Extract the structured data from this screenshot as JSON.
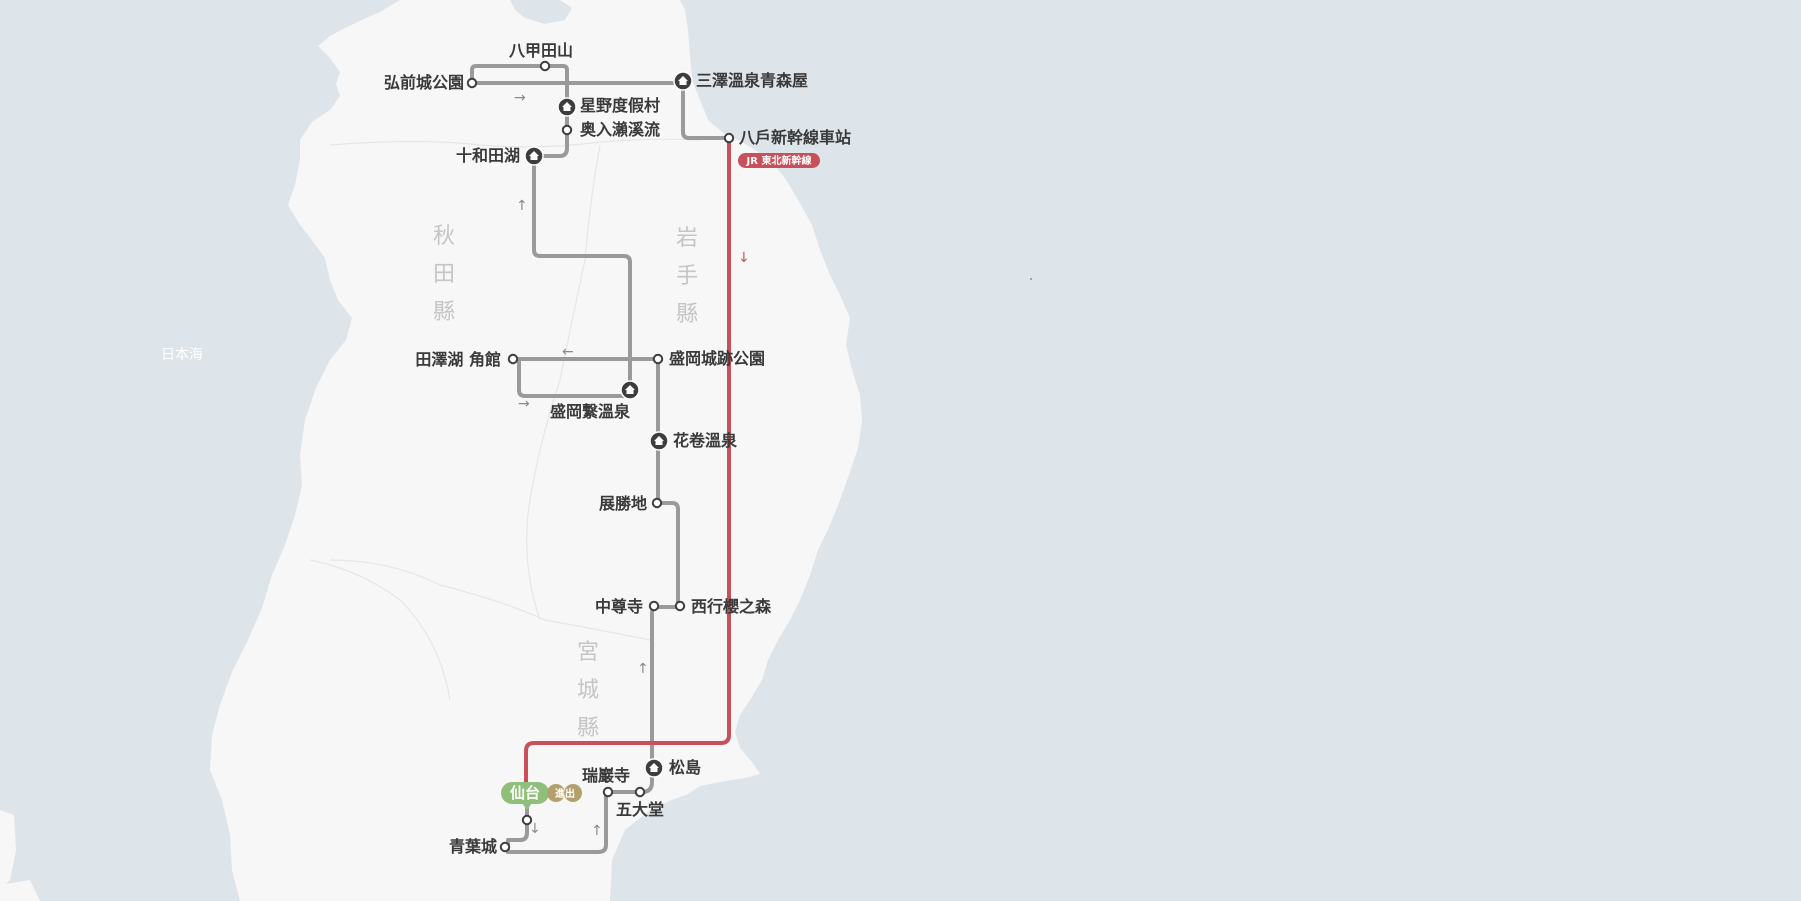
{
  "map": {
    "sea": "日本海",
    "prefectures": {
      "akita": [
        "秋",
        "田",
        "縣"
      ],
      "iwate": [
        "岩",
        "手",
        "縣"
      ],
      "miyagi": [
        "宮",
        "城",
        "縣"
      ]
    },
    "stations": {
      "hakkodasan": "八甲田山",
      "hirosaki": "弘前城公園",
      "misawa": "三澤溫泉青森屋",
      "hoshino": "星野度假村",
      "oirase": "奥入瀨溪流",
      "towada": "十和田湖",
      "hachinohe": "八戶新幹線車站",
      "tazawako": "田澤湖 角館",
      "morioka_castle": "盛岡城跡公園",
      "tsunagi": "盛岡繋溫泉",
      "hanamaki": "花卷溫泉",
      "tenshochi": "展勝地",
      "chusonji": "中尊寺",
      "saigyo": "西行櫻之森",
      "matsushima": "松島",
      "zuiganji": "瑞巖寺",
      "godaido": "五大堂",
      "aoba": "青葉城"
    },
    "rail_badge": "JR 東北新幹線",
    "sendai": "仙台",
    "sendai_io": "進出",
    "colors": {
      "land": "#f7f7f7",
      "sea": "#dde5ea",
      "route": "#9a9a9a",
      "rail": "#c8505a",
      "sendai": "#8fbf7a",
      "io": "#b3a06d",
      "node": "#3d3d3d"
    }
  }
}
